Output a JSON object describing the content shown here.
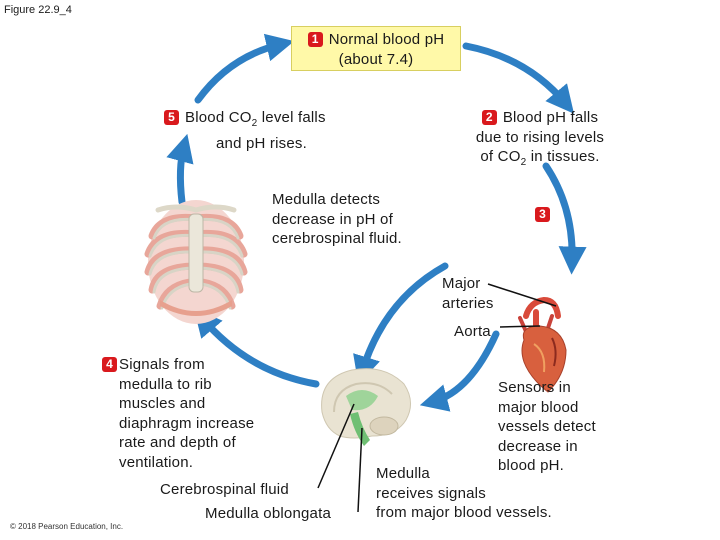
{
  "figure_label": "Figure 22.9_4",
  "copyright": "© 2018 Pearson Education, Inc.",
  "step1": {
    "number": "1",
    "line1": "Normal blood pH",
    "line2": "(about 7.4)"
  },
  "step2": {
    "number": "2",
    "line1": "Blood pH falls",
    "line2": "due to rising levels",
    "line3_a": "of CO",
    "line3_sub": "2",
    "line3_b": " in tissues."
  },
  "step3": {
    "number": "3",
    "line1": "Medulla detects",
    "line2": "decrease in pH of",
    "line3": "cerebrospinal fluid."
  },
  "step4": {
    "number": "4",
    "line1": "Signals from",
    "line2": "medulla to rib",
    "line3": "muscles and",
    "line4": "diaphragm increase",
    "line5": "rate and depth of",
    "line6": "ventilation."
  },
  "step5": {
    "number": "5",
    "line1_a": "Blood CO",
    "line1_sub": "2",
    "line1_b": " level falls",
    "line2": "and pH rises."
  },
  "labels": {
    "major_arteries_1": "Major",
    "major_arteries_2": "arteries",
    "aorta": "Aorta",
    "cerebrospinal_fluid": "Cerebrospinal fluid",
    "medulla_oblongata": "Medulla oblongata",
    "sensors_1": "Sensors in",
    "sensors_2": "major blood",
    "sensors_3": "vessels detect",
    "sensors_4": "decrease in",
    "sensors_5": "blood pH.",
    "medulla_receives_1": "Medulla",
    "medulla_receives_2": "receives signals",
    "medulla_receives_3": "from major blood vessels."
  },
  "colors": {
    "arrow": "#2e7fc4",
    "badge": "#d9191d",
    "highlight_box": "#fff9a8"
  }
}
